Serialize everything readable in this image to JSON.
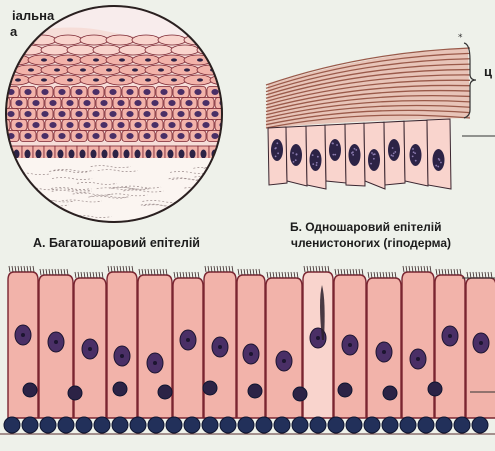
{
  "labels": {
    "top_cut_1": "іальна",
    "top_cut_2": "а",
    "figure_a": "А. Багатошаровий епітелій",
    "figure_b_line1": "Б. Одношаровий епітелій",
    "figure_b_line2": "членистоногих (гіподерма)",
    "right_cut": "ц"
  },
  "colors": {
    "background": "#eef1ea",
    "cell_fill": "#f2b3aa",
    "cell_fill_light": "#f9d4cd",
    "membrane": "#7a2531",
    "nucleus": "#2c2346",
    "nucleus_purple": "#4a2f66",
    "basal_cell": "#22305a",
    "cuticle_band": "#9a5a4a"
  }
}
